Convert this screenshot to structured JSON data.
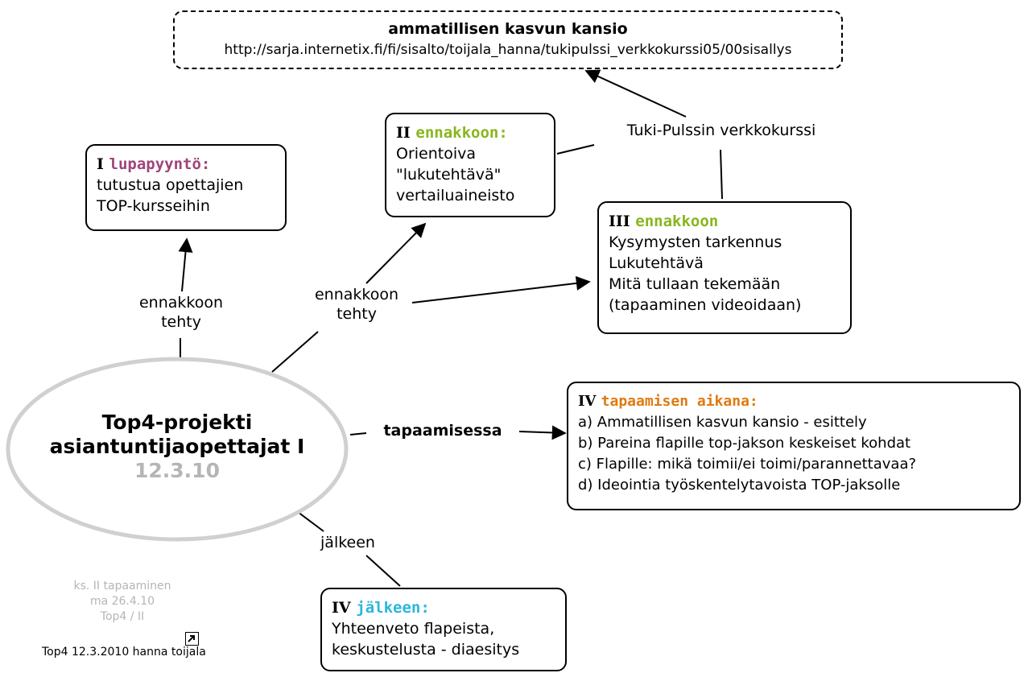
{
  "colors": {
    "purple": "#a0447a",
    "green": "#8ab51e",
    "orange": "#e07a10",
    "cyan": "#2bb6db",
    "grey": "#b5b5b5",
    "ellipse_stroke": "#d0d0d0"
  },
  "top_box": {
    "title": "ammatillisen kasvun kansio",
    "url": "http://sarja.internetix.fi/fi/sisalto/toijala_hanna/tukipulssi_verkkokurssi05/00sisallys"
  },
  "center": {
    "line1": "Top4-projekti",
    "line2": "asiantuntijaopettajat I",
    "date": "12.3.10"
  },
  "box1": {
    "num": "I",
    "kw": "lupapyyntö:",
    "lines": [
      "tutustua opettajien",
      "TOP-kursseihin"
    ]
  },
  "box2": {
    "num": "II",
    "kw": "ennakkoon:",
    "lines": [
      "Orientoiva",
      "\"lukutehtävä\"",
      "vertailuaineisto"
    ]
  },
  "box3": {
    "num": "III",
    "kw": "ennakkoon",
    "lines": [
      "Kysymysten tarkennus",
      "Lukutehtävä",
      "Mitä tullaan tekemään",
      "(tapaaminen videoidaan)"
    ]
  },
  "box4": {
    "num": "IV",
    "kw": "tapaamisen aikana:",
    "lines": [
      "a) Ammatillisen kasvun kansio - esittely",
      "b) Pareina flapille top-jakson keskeiset kohdat",
      "c) Flapille: mikä toimii/ei toimi/parannettavaa?",
      "d) Ideointia työskentelytavoista TOP-jaksolle"
    ]
  },
  "box5": {
    "num": "IV",
    "kw": "jälkeen:",
    "lines": [
      "Yhteenveto flapeista,",
      "keskustelusta - diaesitys"
    ]
  },
  "labels": {
    "ennakkoon_left": [
      "ennakkoon",
      "tehty"
    ],
    "ennakkoon_mid": [
      "ennakkoon",
      "tehty"
    ],
    "tuki": "Tuki-Pulssin verkkokurssi",
    "tapaamisessa": "tapaamisessa",
    "jalkeen": "jälkeen"
  },
  "footer": {
    "grey_lines": [
      "ks. II tapaaminen",
      "ma 26.4.10",
      "Top4 /  II"
    ],
    "caption": "Top4 12.3.2010 hanna toijala"
  }
}
